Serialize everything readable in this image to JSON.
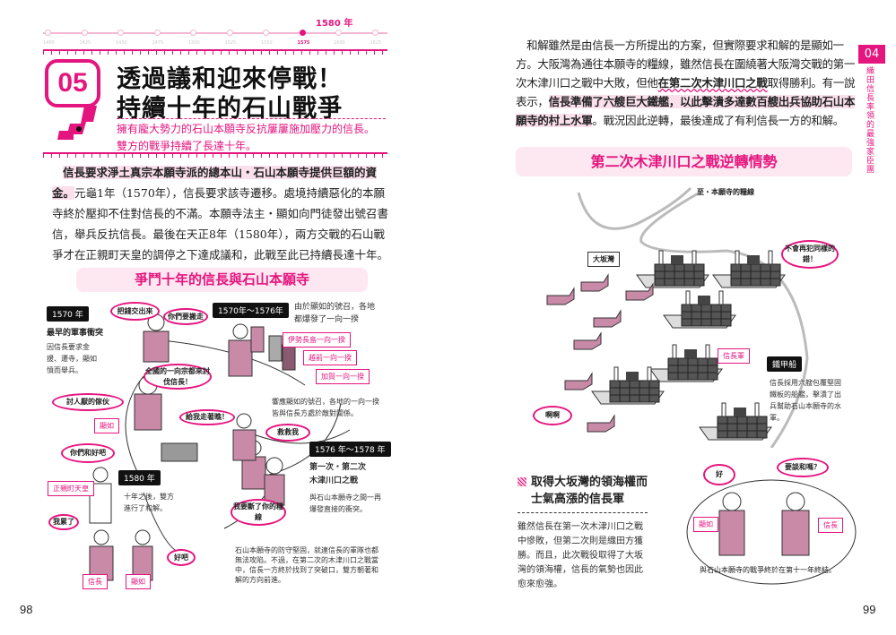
{
  "left_page": {
    "timeline": {
      "ticks": [
        "1400",
        "1425",
        "1450",
        "1475",
        "1500",
        "1525",
        "1550",
        "1575",
        "1600",
        "1625"
      ],
      "current_tick": "1575",
      "marker_label": "1580 年"
    },
    "chapter_number": "05",
    "title_lines": [
      "透過議和迎來停戰！",
      "持續十年的石山戰爭"
    ],
    "subtitle_lines": [
      "擁有龐大勢力的石山本願寺反抗屢屢施加壓力的信長。",
      "雙方的戰爭持續了長達十年。"
    ],
    "body": {
      "highlight": "信長要求淨土真宗本願寺派的總本山・石山本願寺提供巨額的資金。",
      "rest": "元龜1年（1570年），信長要求該寺遷移。處境持續惡化的本願寺終於壓抑不住對信長的不滿。本願寺法主・顯如向門徒發出號召書信，舉兵反抗信長。最後在天正8年（1580年），兩方交戰的石山戰爭才在正親町天皇的調停之下達成議和，此戰至此已持續長達十年。"
    },
    "section_heading": "爭鬥十年的信長與石山本願寺",
    "diagram": {
      "tag_1570": "1570 年",
      "head_1570": "最早的軍事衝突",
      "desc_1570": "因信長要求金援、遷寺，顯如憤而舉兵。",
      "bubble_money": "把錢交出來",
      "bubble_move": "你們要搬走",
      "bubble_nation": "全國的一向宗都來討伐信長！",
      "bubble_hate": "討人厭的傢伙",
      "bubble_wait": "給我走著瞧！",
      "label_kennyo": "顯如",
      "tag_1570_1576": "1570年〜1576年",
      "desc_1570_1576": "由於顯如的號召，各地都爆發了一向一揆",
      "ikki": [
        "伊勢長島一向一揆",
        "越前一向一揆",
        "加賀一向一揆"
      ],
      "note_ikki": "響應顯如的號召，各地的一向一揆皆與信長方處於敵對關係。",
      "bubble_help": "救救我",
      "tag_1576_1578": "1576 年〜1578 年",
      "head_1576_1578": "第一次・第二次木津川口之戰",
      "desc_1576_1578": "與石山本願寺之間一再爆發直接的衝突。",
      "bubble_reconcile": "你們和好吧",
      "label_emperor": "正親町天皇",
      "tag_1580": "1580 年",
      "desc_1580": "十年之後，雙方進行了和解。",
      "bubble_tired": "我累了",
      "label_nobunaga": "信長",
      "label_kennyo2": "顯如",
      "bubble_ok": "好吧",
      "bubble_cut": "我要斷了你的糧線",
      "bottom_note": "石山本願寺的防守堅固，就連信長的軍隊也都無法攻陷。不過，在第二次的木津川口之戰當中，信長一方終於找到了突破口，雙方朝著和解的方向前進。"
    },
    "page_number": "98"
  },
  "right_page": {
    "body": {
      "p1": "和解雖然是由信長一方所提出的方案，但實際要求和解的是顯如一方。大阪灣為通往本願寺的糧線，雖然信長在圍繞著大阪灣交戰的第一次木津川口之戰中大敗，但他",
      "u1": "在第二次木津川口之戰",
      "p2": "取得勝利。有一說表示，",
      "h1": "信長準備了六艘巨大鐵艦，以此擊潰多達數百艘出兵協助石山本願寺的村上水軍",
      "p3": "。戰況因此逆轉，最後達成了有利信長一方的和解。"
    },
    "chapter_tab": "04",
    "chapter_title": "織田信長率領的最強家臣團",
    "section_heading": "第二次木津川口之戰逆轉情勢",
    "map": {
      "supply_line": "至・本願寺的糧線",
      "bay": "大坂灣",
      "bubble_again": "不會再犯同樣的錯！",
      "label_army": "信長軍",
      "tag_ironclad": "鐵甲船",
      "desc_ironclad": "信長採用六艘包覆堅固鐵板的船艦，擊潰了出兵幫助石山本願寺的水軍。",
      "bubble_ah": "啊啊"
    },
    "sub_heading": "取得大坂灣的領海權而士氣高漲的信長軍",
    "sub_body": "雖然信長在第一次木津川口之戰中慘敗，但第二次則是織田方獲勝。而且，此次戰役取得了大坂灣的領海權，信長的氣勢也因此愈來愈強。",
    "ending": {
      "bubble_ok": "好",
      "bubble_peace": "要談和嗎？",
      "label_kennyo": "顯如",
      "label_nobunaga": "信長",
      "caption": "與石山本願寺的戰爭終於在第十一年終結。"
    },
    "page_number": "99"
  },
  "colors": {
    "accent": "#e5157f",
    "highlight": "#fbe0ec",
    "robe": "#c98aa8"
  }
}
